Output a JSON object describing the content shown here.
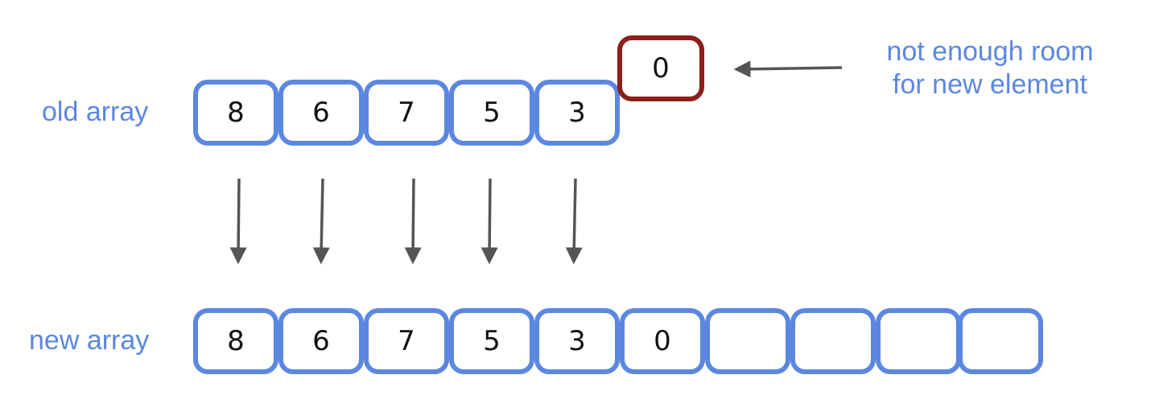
{
  "labels": {
    "old_array": "old array",
    "new_array": "new array"
  },
  "old_array": {
    "values": [
      "8",
      "6",
      "7",
      "5",
      "3"
    ]
  },
  "new_array": {
    "values": [
      "8",
      "6",
      "7",
      "5",
      "3",
      "0",
      "",
      "",
      "",
      ""
    ]
  },
  "new_element": {
    "value": "0"
  },
  "annotation": {
    "line1": "not enough room",
    "line2": "for new element"
  },
  "colors": {
    "array_border": "#5b87e0",
    "new_element_border": "#8b1f1a",
    "arrow": "#555555",
    "label_text": "#5b87e0"
  }
}
